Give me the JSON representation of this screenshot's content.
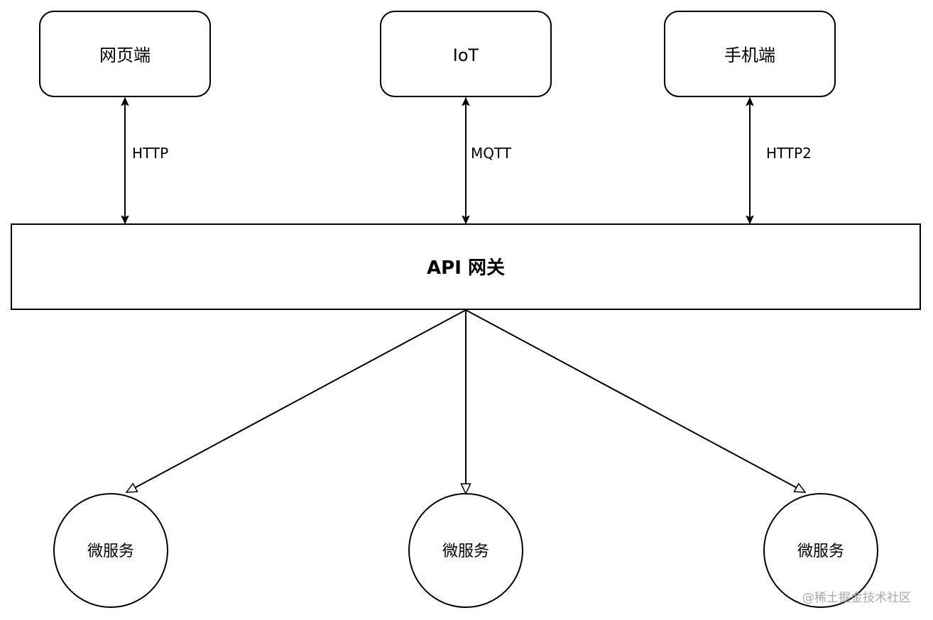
{
  "colors": {
    "stroke": "#000000",
    "fill": "#ffffff",
    "text": "#000000",
    "watermark": "#a9a9a9"
  },
  "clients": [
    {
      "label": "网页端",
      "protocol": "HTTP"
    },
    {
      "label": "IoT",
      "protocol": "MQTT"
    },
    {
      "label": "手机端",
      "protocol": "HTTP2"
    }
  ],
  "gateway": {
    "label": "API 网关"
  },
  "services": [
    {
      "label": "微服务"
    },
    {
      "label": "微服务"
    },
    {
      "label": "微服务"
    }
  ],
  "watermark": "@稀土掘金技术社区"
}
